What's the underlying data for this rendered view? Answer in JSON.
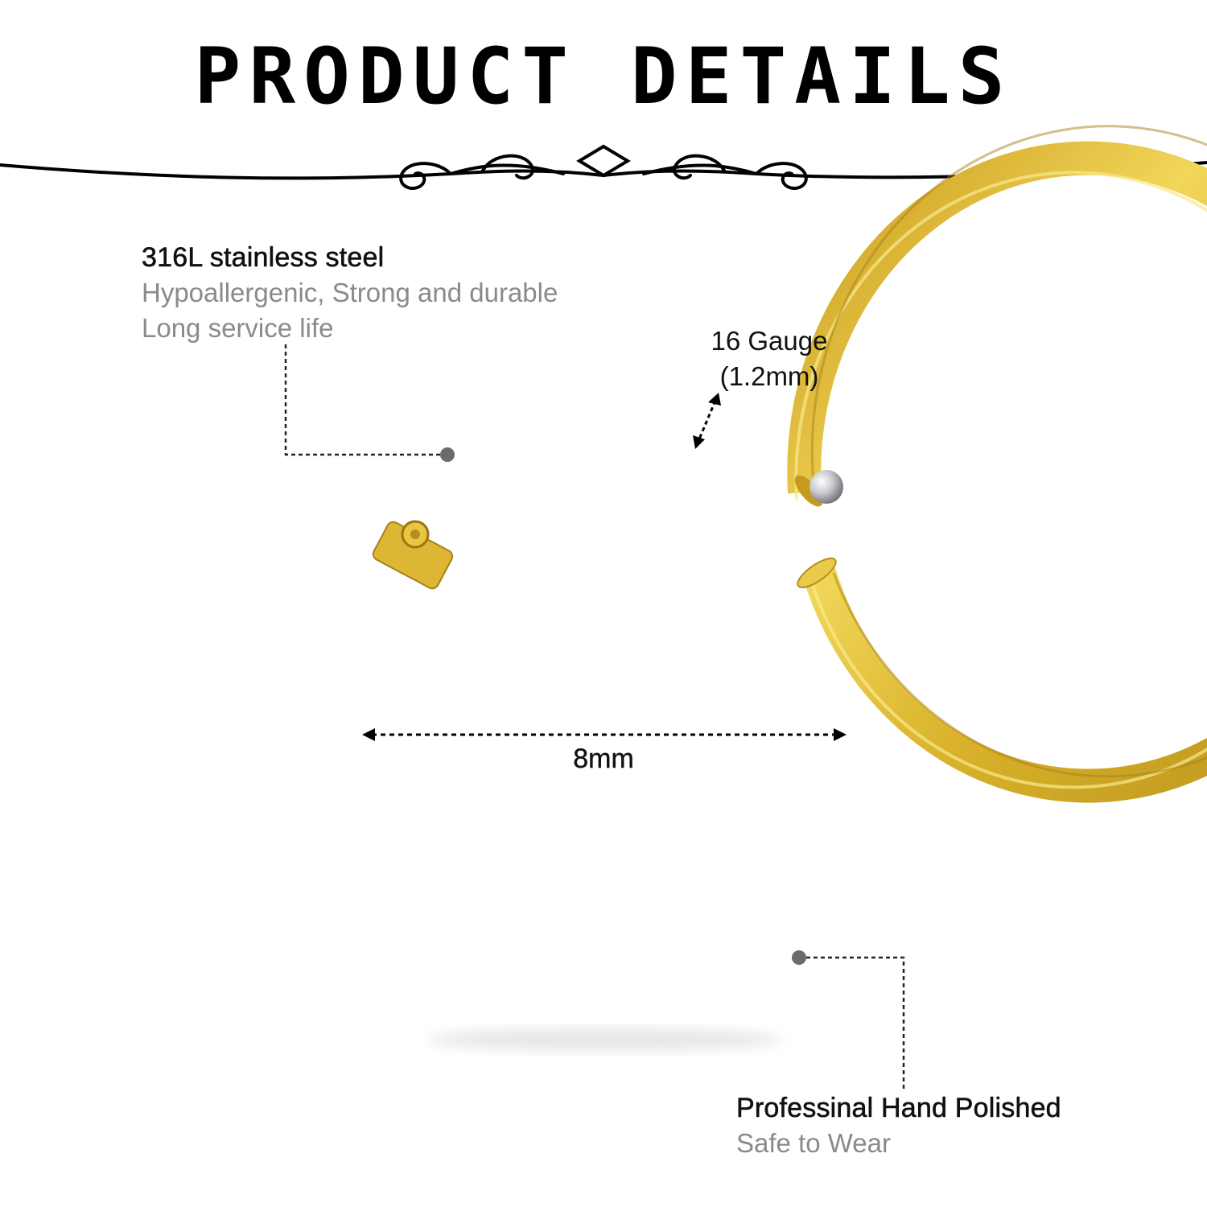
{
  "page": {
    "title": "PRODUCT DETAILS"
  },
  "material": {
    "heading": "316L stainless steel",
    "lines": [
      "Hypoallergenic, Strong and durable",
      "Long service life"
    ]
  },
  "gauge": {
    "line1": "16 Gauge",
    "line2": "(1.2mm)"
  },
  "diameter": {
    "label": "8mm"
  },
  "finish": {
    "heading": "Professinal Hand Polished",
    "line": "Safe to Wear"
  },
  "colors": {
    "ring_gold": "#D9B22A",
    "ring_highlight": "#F6E27A",
    "ring_shadow": "#A8801A",
    "ball_silver": "#C8C8CC",
    "annotation_dot": "#6b6b6b",
    "subtext": "#8a8a8a"
  },
  "icons": {
    "divider": "ornamental-flourish-divider-icon",
    "ring": "hinged-segment-ring-icon"
  }
}
